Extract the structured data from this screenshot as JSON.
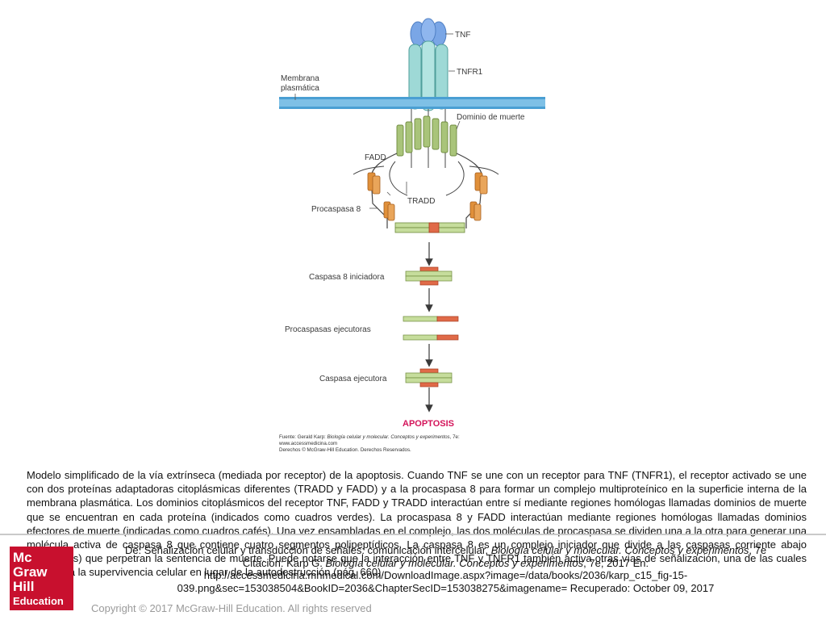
{
  "diagram": {
    "labels": {
      "tnf": "TNF",
      "tnfr1": "TNFR1",
      "membrana_1": "Membrana",
      "membrana_2": "plasmática",
      "dominio": "Dominio de muerte",
      "fadd": "FADD",
      "tradd": "TRADD",
      "procaspasa8": "Procaspasa 8",
      "caspasa8": "Caspasa 8 iniciadora",
      "procaspasas_ejec": "Procaspasas ejecutoras",
      "caspasa_ejec": "Caspasa ejecutora",
      "apoptosis": "APOPTOSIS"
    },
    "source": {
      "line1_prefix": "Fuente: Gerald Karp: ",
      "line1_title": "Biología celular y molecular. Conceptos y experimentos",
      "line1_suffix": ", 7e:",
      "line2": "www.accessmedicina.com",
      "line3": "Derechos © McGraw-Hill Education. Derechos Reservados."
    },
    "colors": {
      "membrane": "#4a9fd3",
      "receptor": "#9ed9d6",
      "tnf": "#7aa6e6",
      "death_domain": "#a9c47a",
      "fadd_orange": "#e0903a",
      "caspase_green": "#c6dd9c",
      "caspase_red": "#e06a48",
      "apoptosis": "#d4145a"
    }
  },
  "caption": "Modelo simplificado de la vía extrínseca (mediada por receptor) de la apoptosis. Cuando TNF se une con un receptor para TNF (TNFR1), el receptor activado se une con dos proteínas adaptadoras citoplásmicas diferentes (TRADD y FADD) y a la procaspasa 8 para formar un complejo multiproteínico en la superficie interna de la membrana plasmática. Los dominios citoplásmicos del receptor TNF, FADD y TRADD interactúan entre sí mediante regiones homólogas llamadas dominios de muerte que se encuentran en cada proteína (indicados como cuadros verdes). La procaspasa 8 y FADD interactúan mediante regiones homólogas llamadas dominios efectores de muerte (indicadas como cuadros cafés). Una vez ensambladas en el complejo, las dos moléculas de procaspasa se dividen una a la otra para generar una molécula activa de caspasa 8 que contiene cuatro segmentos polipeptídicos. La caspasa 8 es un complejo iniciador que divide a las caspasas corriente abajo (ejecutoras) que perpetran la sentencia de muerte. Puede notarse que la interacción entre TNF y TNFR1 también activa otras vías de señalización, una de las cuales conduce a la supervivencia celular en lugar de la autodestrucción (pág. 660).",
  "citation": {
    "line1_prefix": "De: Señalización celular y transducción de señales: comunicación intercelular, ",
    "line1_title": "Biología celular y molecular. Conceptos y experimentos",
    "line1_suffix": ", 7e",
    "line2_prefix": "Citación: Karp G. ",
    "line2_title": "Biología celular y molecular. Conceptos y experimentos",
    "line2_suffix": ", 7e; 2017 En:",
    "line3": "http://accessmedicina.mhmedical.com/DownloadImage.aspx?image=/data/books/2036/karp_c15_fig-15-",
    "line4": "039.png&sec=153038504&BookID=2036&ChapterSecID=153038275&imagename= Recuperado: October 09, 2017"
  },
  "logo": {
    "line1": "Mc",
    "line2": "Graw",
    "line3": "Hill",
    "line4": "Education"
  },
  "copyright": "Copyright © 2017 McGraw-Hill Education. All rights reserved"
}
